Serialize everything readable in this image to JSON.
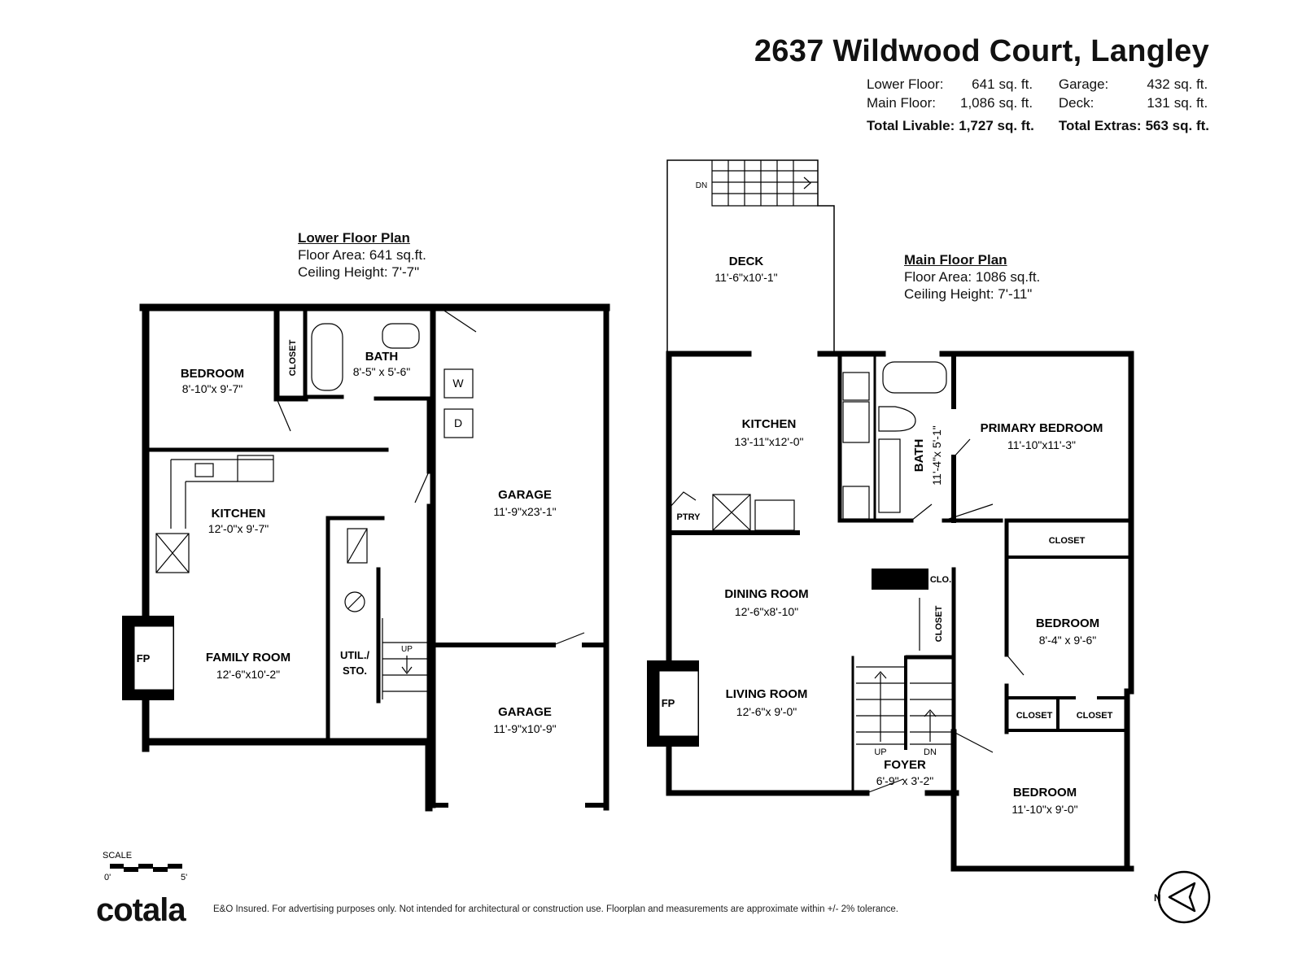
{
  "header": {
    "title": "2637 Wildwood Court, Langley",
    "stats": {
      "lower_floor_label": "Lower Floor:",
      "lower_floor_value": "641",
      "main_floor_label": "Main Floor:",
      "main_floor_value": "1,086",
      "garage_label": "Garage:",
      "garage_value": "432",
      "deck_label": "Deck:",
      "deck_value": "131",
      "unit": "sq. ft.",
      "total_livable_label": "Total Livable:",
      "total_livable_value": "1,727 sq. ft.",
      "total_extras_label": "Total Extras:",
      "total_extras_value": "563 sq. ft."
    }
  },
  "lower_plan": {
    "title": "Lower Floor Plan",
    "area": "Floor Area: 641 sq.ft.",
    "ceiling": "Ceiling Height: 7'-7\"",
    "rooms": [
      {
        "name": "BEDROOM",
        "dims": "8'-10\"x 9'-7\""
      },
      {
        "name": "BATH",
        "dims": "8'-5\" x 5'-6\""
      },
      {
        "name": "KITCHEN",
        "dims": "12'-0\"x 9'-7\""
      },
      {
        "name": "FAMILY ROOM",
        "dims": "12'-6\"x10'-2\""
      },
      {
        "name": "GARAGE",
        "dims": "11'-9\"x23'-1\""
      },
      {
        "name": "GARAGE",
        "dims": "11'-9\"x10'-9\""
      },
      {
        "name": "UTIL./",
        "dims": "STO."
      }
    ],
    "labels": {
      "closet": "CLOSET",
      "fp": "FP",
      "up": "UP",
      "washer": "W",
      "dryer": "D"
    }
  },
  "main_plan": {
    "title": "Main Floor Plan",
    "area": "Floor Area: 1086 sq.ft.",
    "ceiling": "Ceiling Height: 7'-11\"",
    "rooms": [
      {
        "name": "DECK",
        "dims": "11'-6\"x10'-1\""
      },
      {
        "name": "KITCHEN",
        "dims": "13'-11\"x12'-0\""
      },
      {
        "name": "BATH",
        "dims": "11'-4\"x 5'-1\""
      },
      {
        "name": "PRIMARY BEDROOM",
        "dims": "11'-10\"x11'-3\""
      },
      {
        "name": "DINING ROOM",
        "dims": "12'-6\"x8'-10\""
      },
      {
        "name": "LIVING ROOM",
        "dims": "12'-6\"x 9'-0\""
      },
      {
        "name": "BEDROOM",
        "dims": "8'-4\" x 9'-6\""
      },
      {
        "name": "BEDROOM",
        "dims": "11'-10\"x 9'-0\""
      },
      {
        "name": "FOYER",
        "dims": "6'-9\" x 3'-2\""
      }
    ],
    "labels": {
      "dn": "DN",
      "ptry": "PTRY",
      "closet": "CLOSET",
      "clo": "CLO.",
      "fp": "FP",
      "up": "UP",
      "dn2": "DN"
    }
  },
  "scale": {
    "label": "SCALE",
    "start": "0'",
    "end": "5'"
  },
  "compass": {
    "label": "N"
  },
  "footer": {
    "logo": "cotala",
    "disclaimer": "E&O Insured. For advertising purposes only. Not intended for architectural or construction use. Floorplan and measurements are approximate within +/- 2% tolerance."
  }
}
